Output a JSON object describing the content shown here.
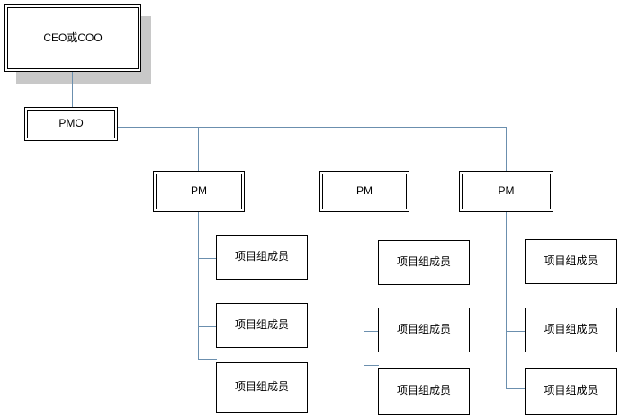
{
  "diagram": {
    "title_node": {
      "label": "CEO或COO"
    },
    "pmo_node": {
      "label": "PMO"
    },
    "pm_nodes": [
      {
        "label": "PM"
      },
      {
        "label": "PM"
      },
      {
        "label": "PM"
      }
    ],
    "team_columns": [
      {
        "members": [
          {
            "label": "项目组成员"
          },
          {
            "label": "项目组成员"
          },
          {
            "label": "项目组成员"
          }
        ]
      },
      {
        "members": [
          {
            "label": "项目组成员"
          },
          {
            "label": "项目组成员"
          },
          {
            "label": "项目组成员"
          }
        ]
      },
      {
        "members": [
          {
            "label": "项目组成员"
          },
          {
            "label": "项目组成员"
          },
          {
            "label": "项目组成员"
          }
        ]
      }
    ],
    "colors": {
      "connector": "#6b8fae",
      "border": "#000000",
      "shadow": "#c8c8c8",
      "background": "#ffffff"
    }
  }
}
